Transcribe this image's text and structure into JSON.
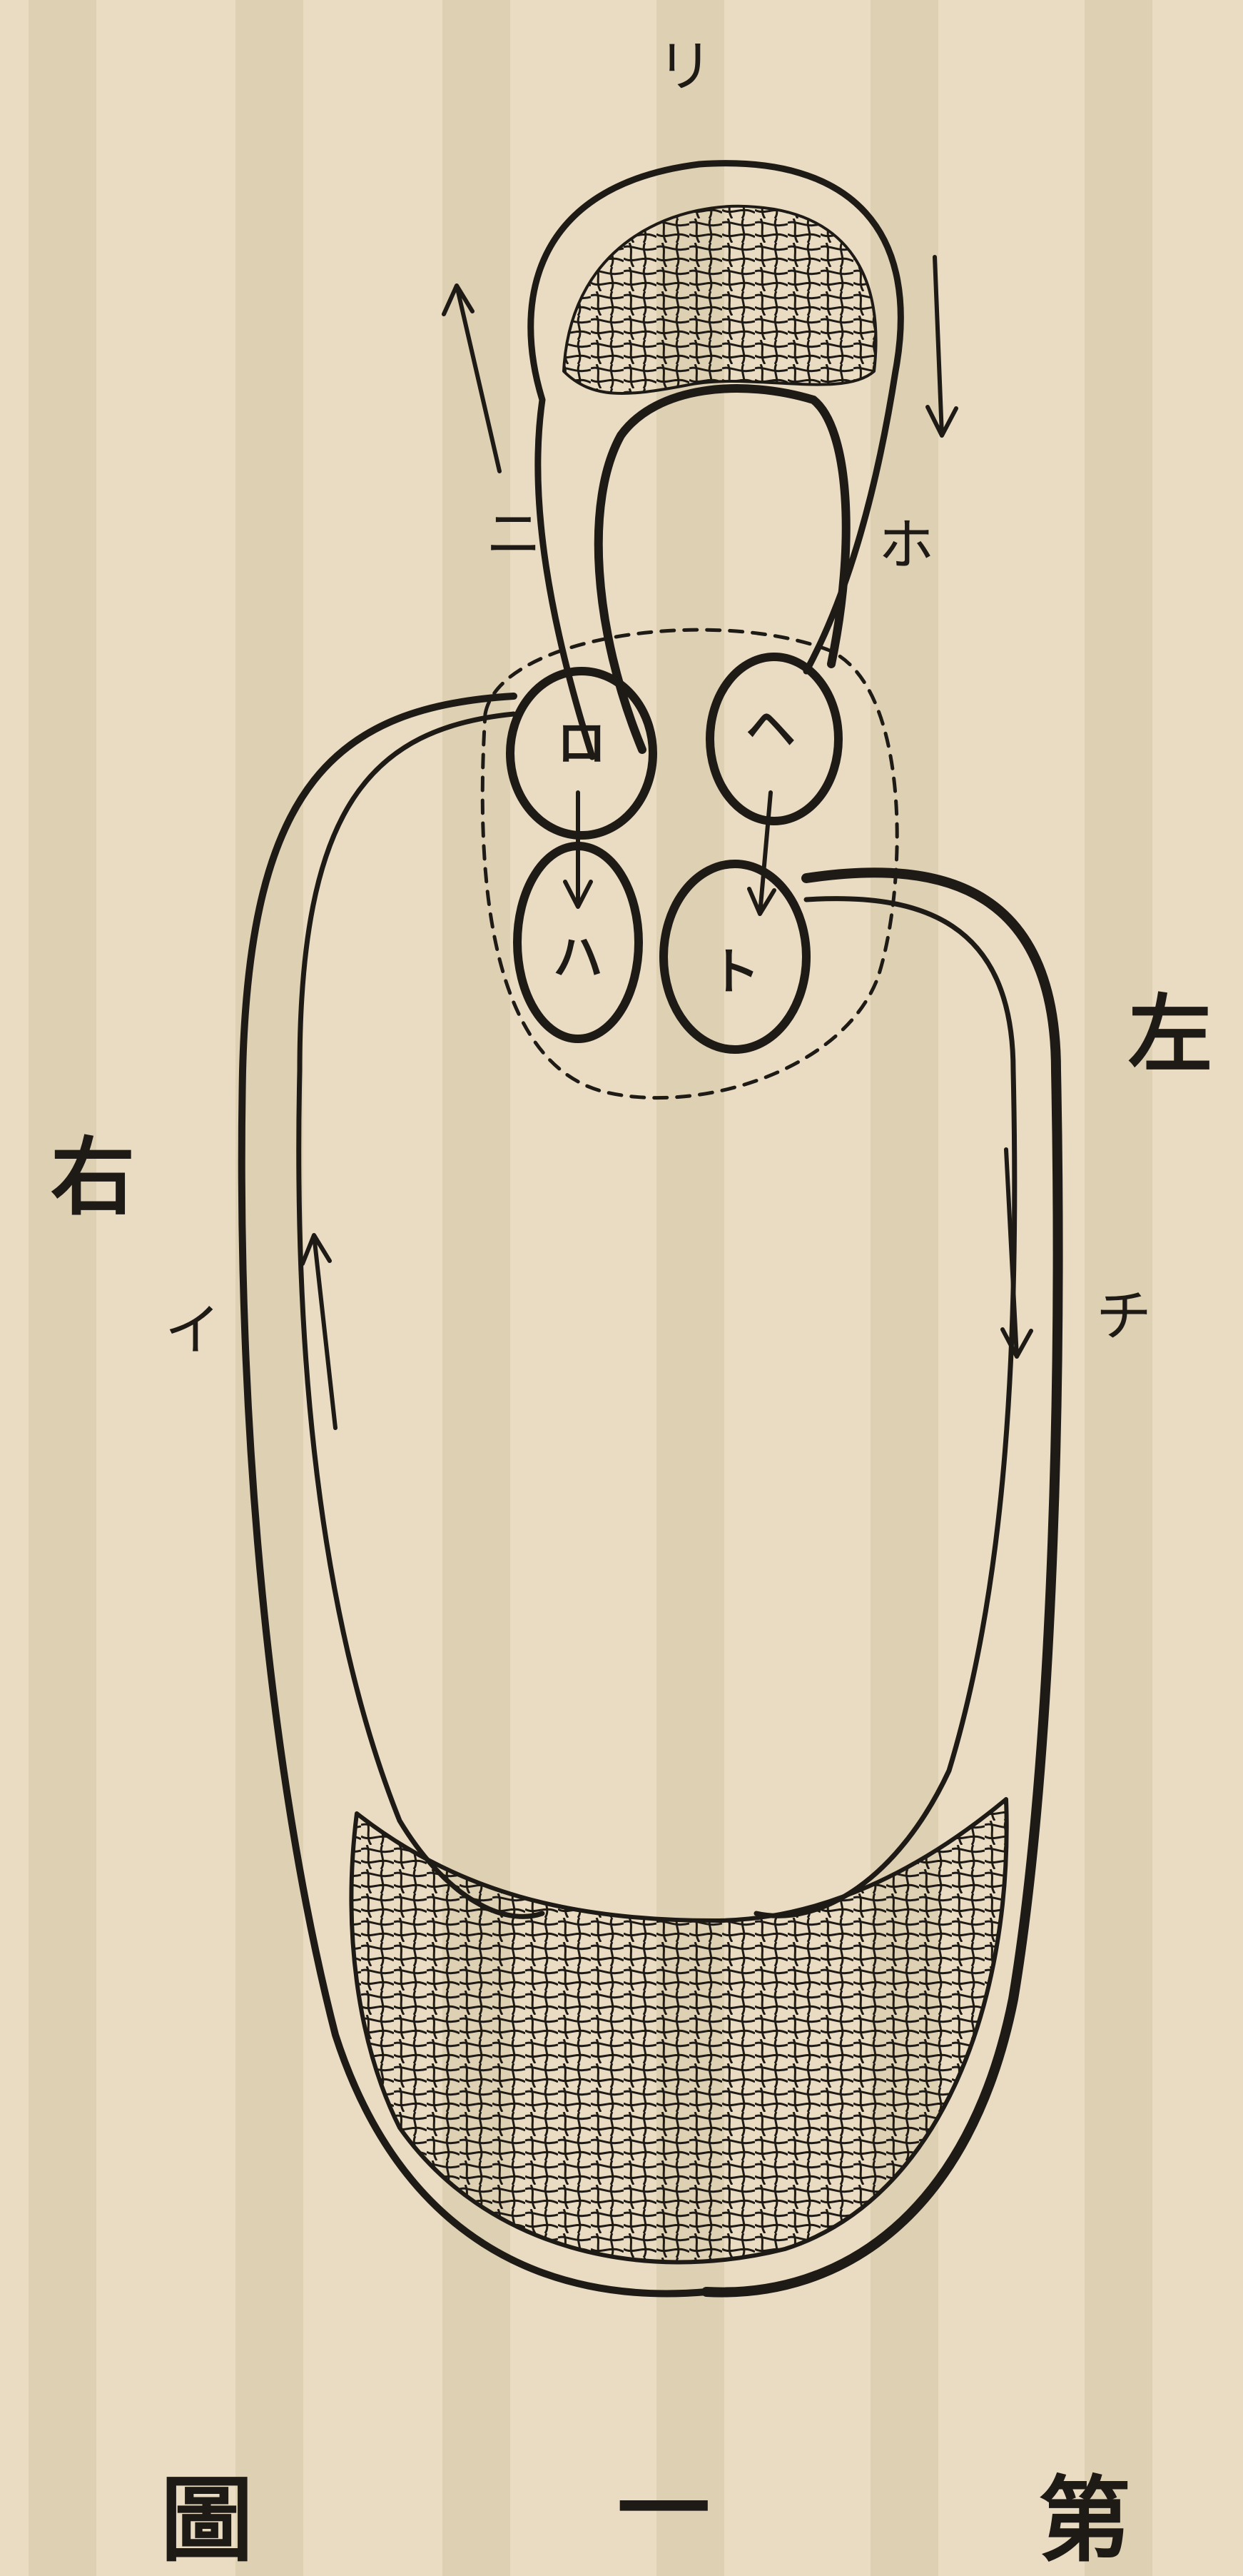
{
  "labels": {
    "top": "リ",
    "ni": "ニ",
    "ho": "ホ",
    "ro": "ロ",
    "he": "ヘ",
    "ha": "ハ",
    "to": "ト",
    "i": "イ",
    "chi": "チ",
    "right_side": "右",
    "left_side": "左"
  },
  "caption": {
    "char_1": "第",
    "char_2": "一",
    "char_3": "圖"
  },
  "colors": {
    "paper": "#e9dcc2",
    "ink": "#1e1a16",
    "stripe": "#d6c7a8"
  }
}
